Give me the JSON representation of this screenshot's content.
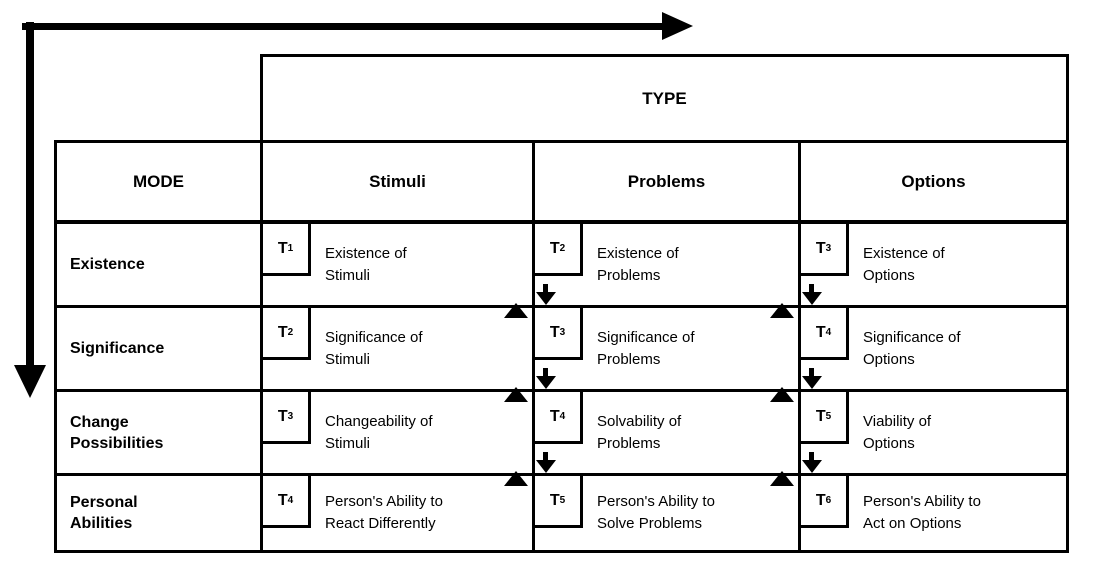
{
  "colors": {
    "line": "#000000",
    "background": "#ffffff"
  },
  "icons": {
    "type_axis": "right-arrow",
    "mode_axis": "down-arrow",
    "diagonal_links": "paired up/down arrowheads at cell junctions"
  },
  "diagram": {
    "type_header": "TYPE",
    "mode_header": "MODE",
    "type_columns": [
      "Stimuli",
      "Problems",
      "Options"
    ],
    "rows": [
      {
        "mode": "Existence",
        "cells": [
          {
            "t": "T",
            "sub": "1",
            "label": "Existence of\nStimuli"
          },
          {
            "t": "T",
            "sub": "2",
            "label": "Existence of\nProblems"
          },
          {
            "t": "T",
            "sub": "3",
            "label": "Existence of\nOptions"
          }
        ]
      },
      {
        "mode": "Significance",
        "cells": [
          {
            "t": "T",
            "sub": "2",
            "label": "Significance of\nStimuli"
          },
          {
            "t": "T",
            "sub": "3",
            "label": "Significance of\nProblems"
          },
          {
            "t": "T",
            "sub": "4",
            "label": "Significance of\nOptions"
          }
        ]
      },
      {
        "mode": "Change\nPossibilities",
        "cells": [
          {
            "t": "T",
            "sub": "3",
            "label": "Changeability of\nStimuli"
          },
          {
            "t": "T",
            "sub": "4",
            "label": "Solvability of\nProblems"
          },
          {
            "t": "T",
            "sub": "5",
            "label": "Viability of\nOptions"
          }
        ]
      },
      {
        "mode": "Personal\nAbilities",
        "cells": [
          {
            "t": "T",
            "sub": "4",
            "label": "Person's Ability to\nReact Differently"
          },
          {
            "t": "T",
            "sub": "5",
            "label": "Person's Ability to\nSolve Problems"
          },
          {
            "t": "T",
            "sub": "6",
            "label": "Person's Ability to\nAct on Options"
          }
        ]
      }
    ]
  }
}
